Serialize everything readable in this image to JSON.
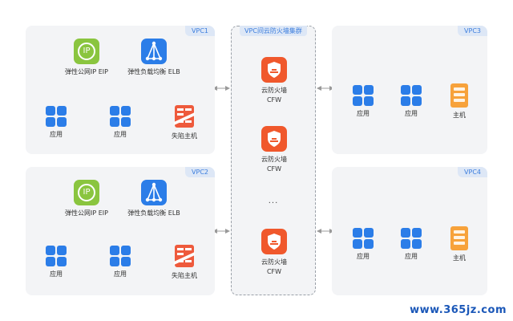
{
  "vpc1": {
    "tag": "VPC1",
    "eip": {
      "label": "弹性公网IP EIP",
      "icon": "eip-icon",
      "icon_text": "IP"
    },
    "elb": {
      "label": "弹性负载均衡 ELB",
      "icon": "load-balancer-icon"
    },
    "nodes": [
      {
        "label": "应用",
        "icon": "app-icon"
      },
      {
        "label": "应用",
        "icon": "app-icon"
      },
      {
        "label": "失陷主机",
        "icon": "compromised-host-icon"
      }
    ]
  },
  "vpc2": {
    "tag": "VPC2",
    "eip": {
      "label": "弹性公网IP EIP",
      "icon": "eip-icon",
      "icon_text": "IP"
    },
    "elb": {
      "label": "弹性负载均衡 ELB",
      "icon": "load-balancer-icon"
    },
    "nodes": [
      {
        "label": "应用",
        "icon": "app-icon"
      },
      {
        "label": "应用",
        "icon": "app-icon"
      },
      {
        "label": "失陷主机",
        "icon": "compromised-host-icon"
      }
    ]
  },
  "cluster": {
    "title": "VPC间云防火墙集群",
    "firewalls": [
      {
        "label": "云防火墙",
        "sub": "CFW",
        "icon": "firewall-icon"
      },
      {
        "label": "云防火墙",
        "sub": "CFW",
        "icon": "firewall-icon"
      },
      {
        "label": "云防火墙",
        "sub": "CFW",
        "icon": "firewall-icon"
      }
    ],
    "ellipsis": "..."
  },
  "vpc3": {
    "tag": "VPC3",
    "nodes": [
      {
        "label": "应用",
        "icon": "app-icon"
      },
      {
        "label": "应用",
        "icon": "app-icon"
      },
      {
        "label": "主机",
        "icon": "host-icon"
      }
    ]
  },
  "vpc4": {
    "tag": "VPC4",
    "nodes": [
      {
        "label": "应用",
        "icon": "app-icon"
      },
      {
        "label": "应用",
        "icon": "app-icon"
      },
      {
        "label": "主机",
        "icon": "host-icon"
      }
    ]
  },
  "watermark": "www.365jz.com",
  "colors": {
    "app_blue": "#2b7de8",
    "eip_green": "#8ac53f",
    "firewall_orange": "#f0582c",
    "host_orange": "#f7a23b",
    "compromised_red": "#ee5a3c",
    "tag_text": "#3b7ddd"
  }
}
